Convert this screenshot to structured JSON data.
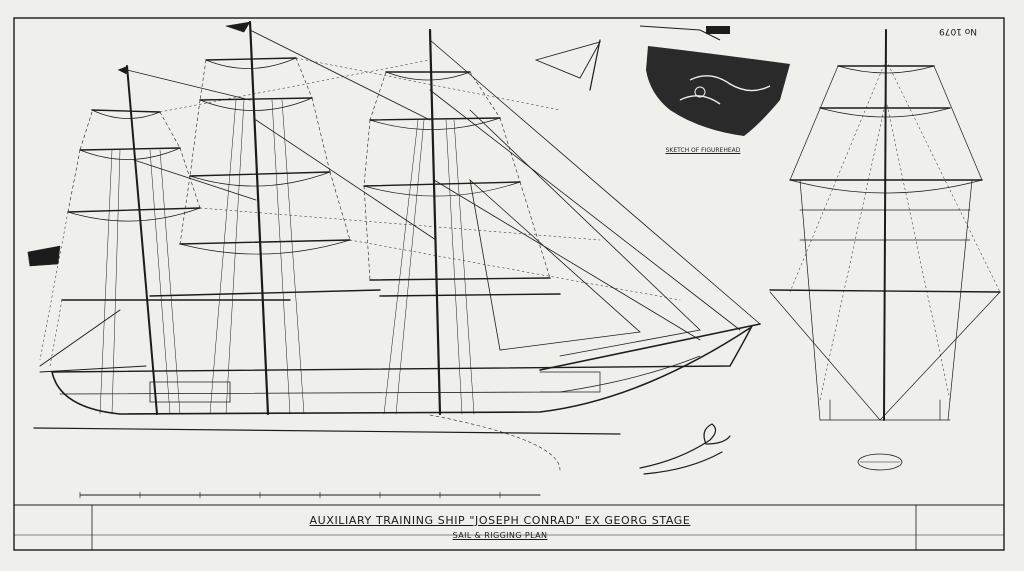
{
  "drawing": {
    "plate_number": "No 1079",
    "title": "AUXILIARY TRAINING SHIP \"JOSEPH CONRAD\" EX GEORG STAGE",
    "subtitle": "SAIL & RIGGING PLAN",
    "captions": {
      "figurehead": "SKETCH OF FIGUREHEAD",
      "pennant": "",
      "front_view": "",
      "plan_of_top": "",
      "plan_of_lower_top": "",
      "drawing_box": "",
      "maker": ""
    }
  },
  "colors": {
    "ink": "#1c1c1c",
    "paper": "#efefec"
  }
}
